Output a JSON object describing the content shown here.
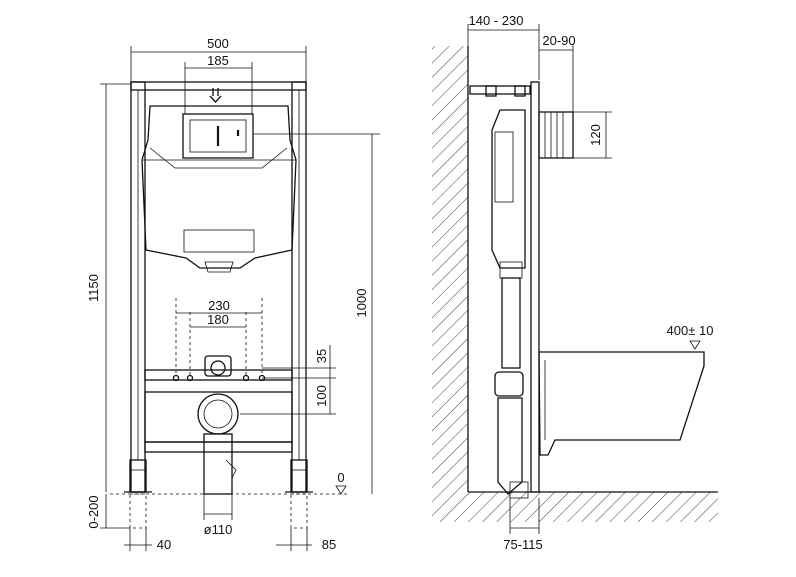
{
  "front_view": {
    "width_label": "500",
    "button_width_label": "185",
    "height_label": "1150",
    "cistern_height_label": "1000",
    "bolt_spacing_outer_label": "230",
    "bolt_spacing_inner_label": "180",
    "bolt_offset_label": "35",
    "outlet_height_label": "100",
    "floor_zero_label": "0",
    "foot_adjust_label": "0-200",
    "foot_offset_label": "40",
    "drain_diameter_label": "ø110",
    "foot_width_label": "85"
  },
  "side_view": {
    "wall_distance_label": "140 - 230",
    "frame_depth_label": "20-90",
    "supply_height_label": "120",
    "bowl_height_label": "400± 10",
    "drain_offset_label": "75-115"
  }
}
